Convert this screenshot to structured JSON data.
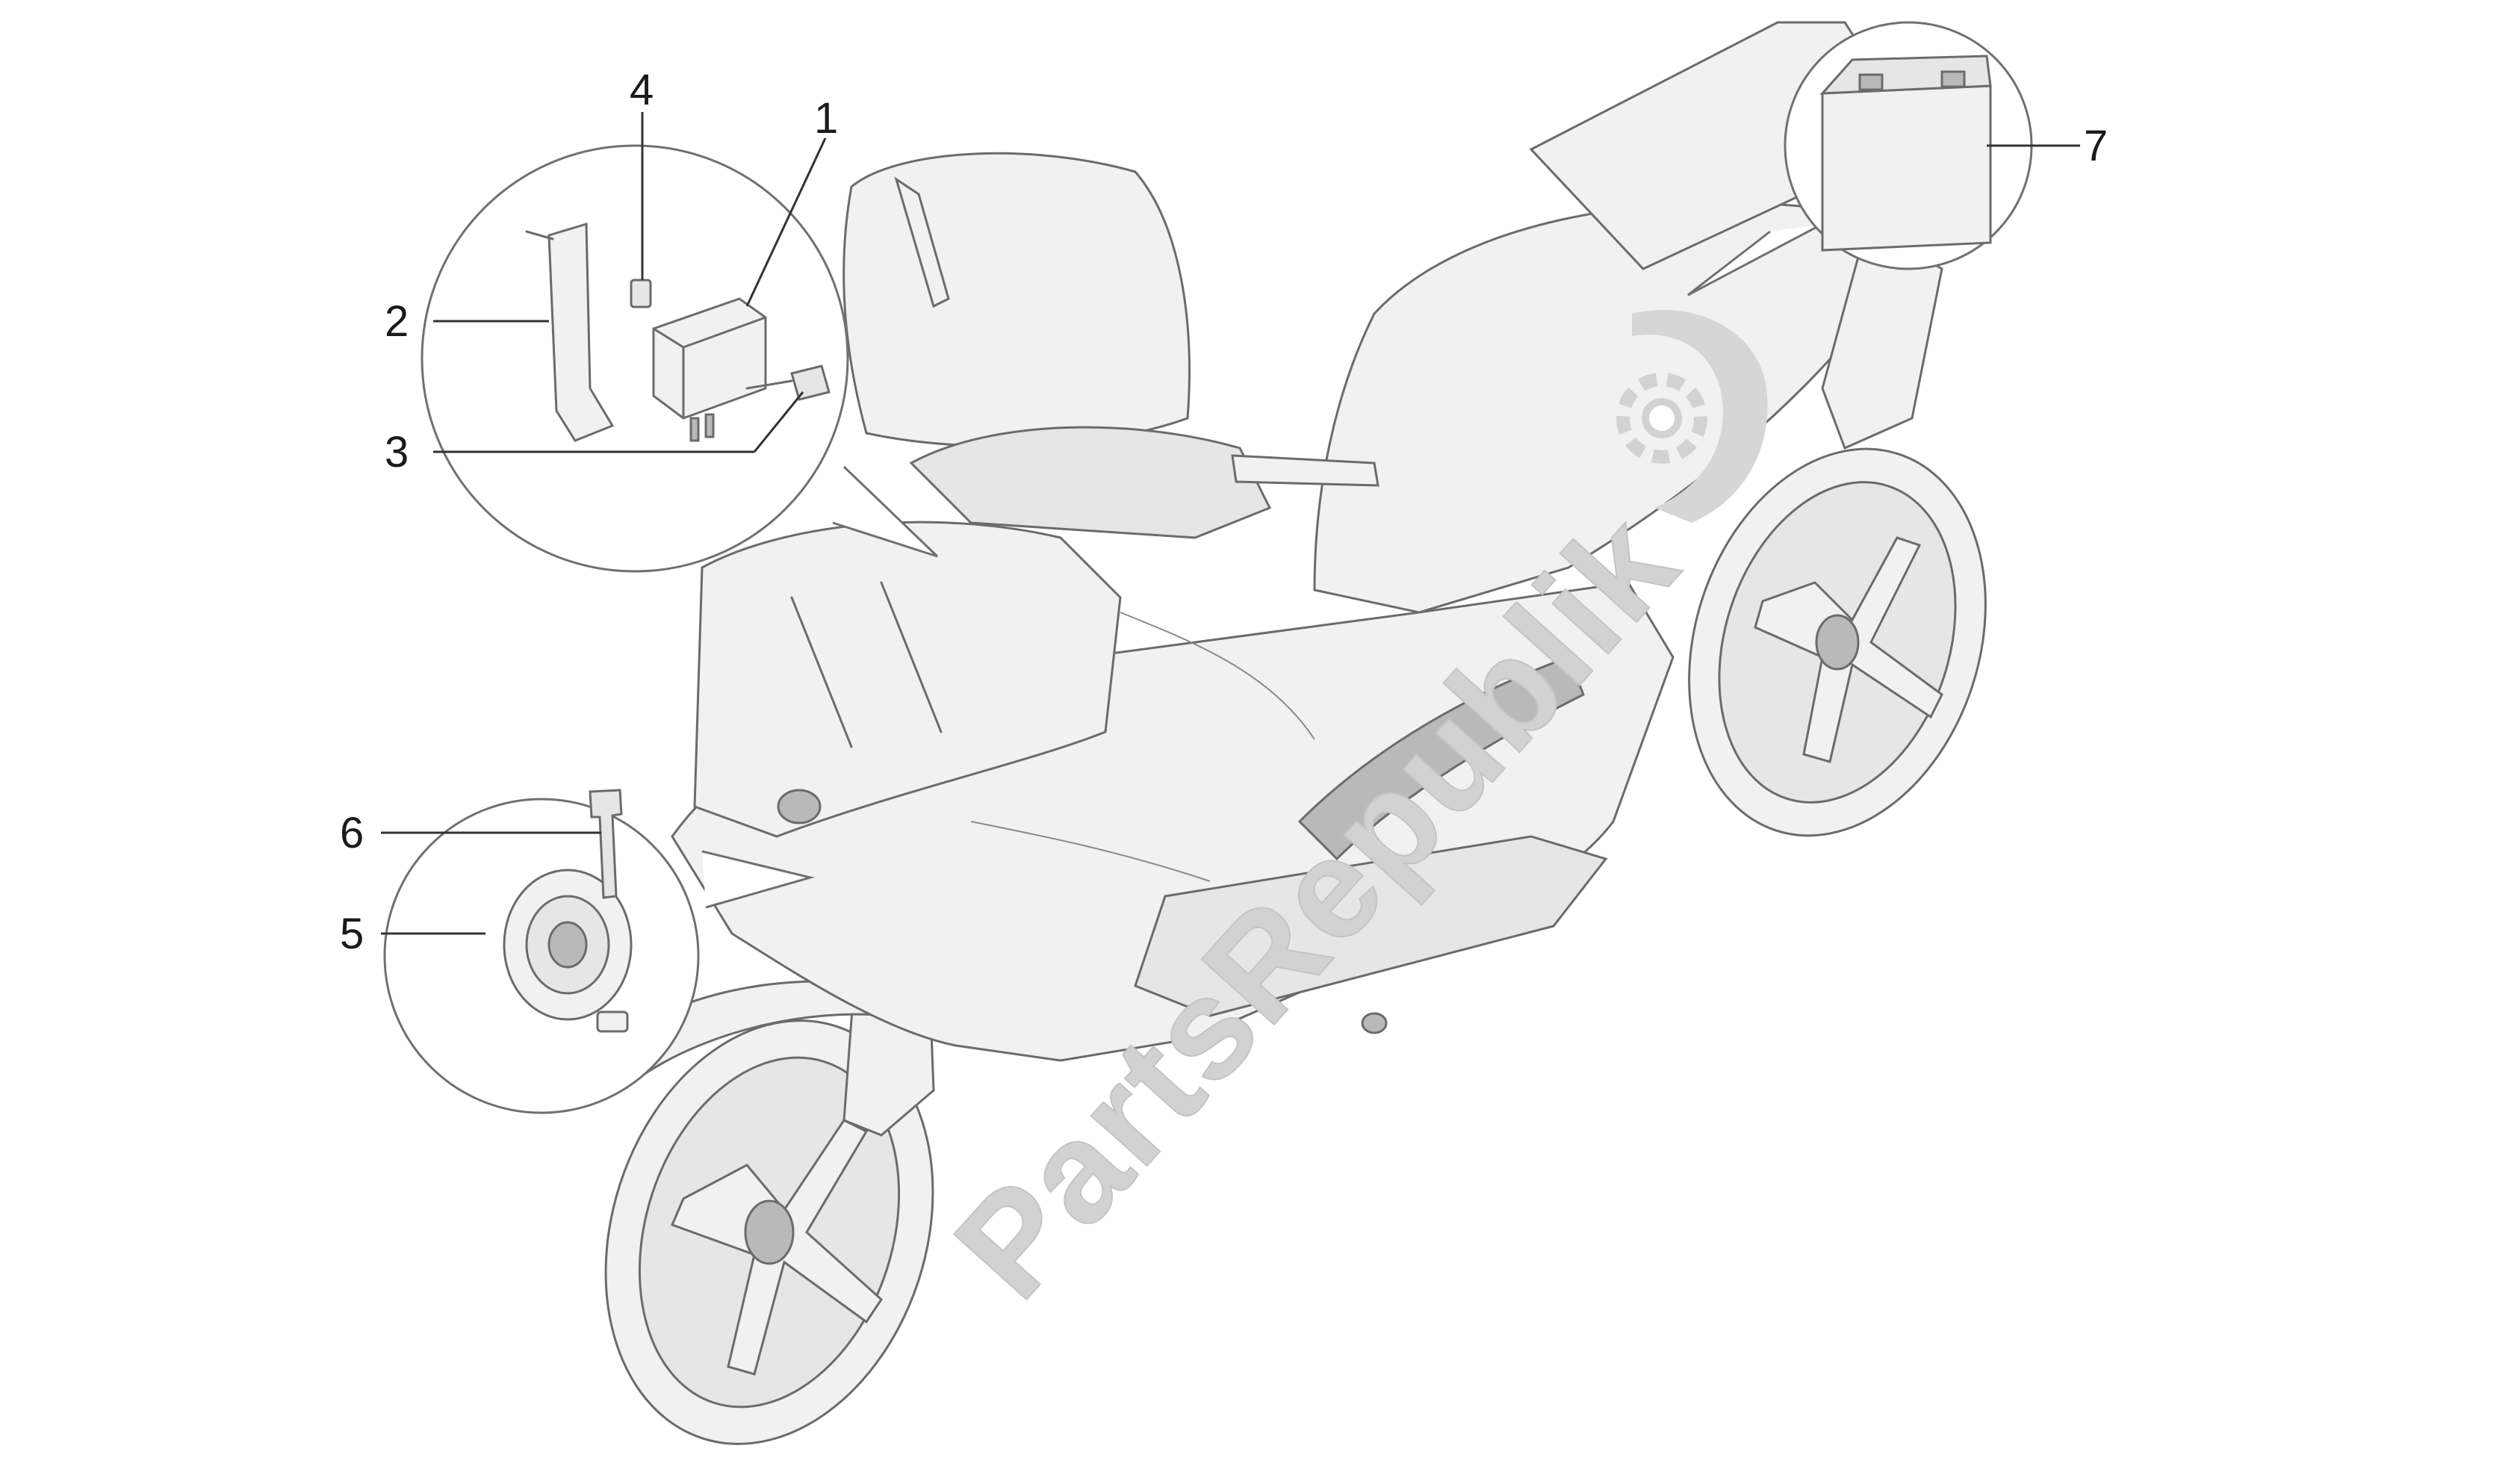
{
  "watermark": {
    "text": "PartsRepublik"
  },
  "callouts": [
    {
      "id": "1",
      "label": "1"
    },
    {
      "id": "2",
      "label": "2"
    },
    {
      "id": "3",
      "label": "3"
    },
    {
      "id": "4",
      "label": "4"
    },
    {
      "id": "5",
      "label": "5"
    },
    {
      "id": "6",
      "label": "6"
    },
    {
      "id": "7",
      "label": "7"
    }
  ]
}
